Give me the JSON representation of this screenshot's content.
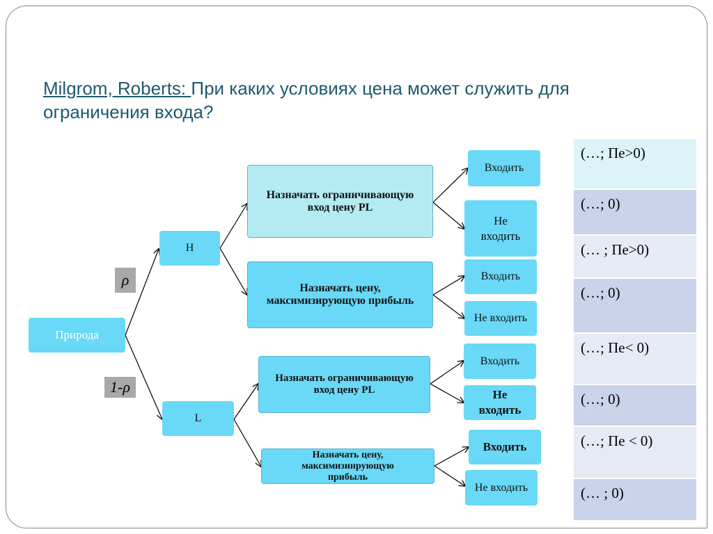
{
  "slide": {
    "title_author": "Milgrom, Roberts: ",
    "title_text": "При каких условиях цена может служить для ограничения входа?"
  },
  "tree": {
    "root": "Природа",
    "prob_h": "ρ",
    "prob_l": "1-ρ",
    "node_h": "H",
    "node_l": "L",
    "h_limit_price": "Назначать ограничивающую вход цену  PL",
    "h_max_profit": "Назначать цену, максимизирующую прибыль",
    "l_limit_price": "Назначать ограничивающую вход цену PL",
    "l_max_profit": "Назначать цену, максимизинрующую прибыль",
    "enter": "Входить",
    "not_enter": "Не входить"
  },
  "payoffs": [
    "(…;  Пе>0)",
    "(…;  0)",
    "(… ;  Пе>0)",
    "(…;  0)",
    "(…;  Пе< 0)",
    "(…;  0)",
    "(…; Пе < 0)",
    "(… ;  0)"
  ],
  "colors": {
    "node_fill": "#69d9f7",
    "node_light": "#b4ebf3",
    "prob_bg": "#a8a8a8",
    "payoff_bgs": [
      "#dcf4f8",
      "#c9d3ea",
      "#e6eaf4",
      "#c9d3ea",
      "#e6eaf4",
      "#c9d3ea",
      "#e6eaf4",
      "#c9d3ea"
    ],
    "title": "#1d5a6e"
  }
}
